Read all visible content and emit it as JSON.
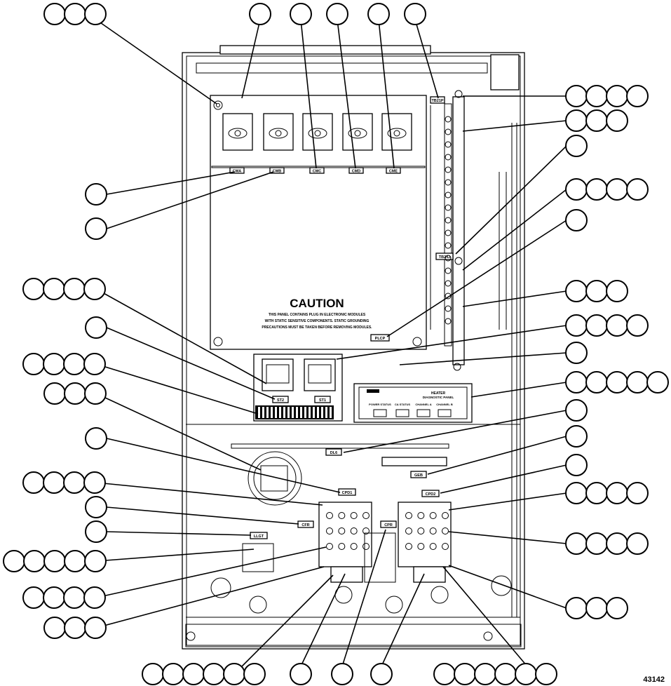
{
  "caution": {
    "title": "CAUTION",
    "line1": "THIS PANEL CONTAINS PLUG IN ELECTRONIC MODULES",
    "line2": "WITH STATIC SENSITIVE COMPONENTS. STATIC GROUNDING",
    "line3": "PRECAUTIONS MUST BE TAKEN BEFORE REMOVING MODULES."
  },
  "module_labels": [
    "CMA",
    "CMB",
    "CMC",
    "CMD",
    "CME"
  ],
  "tags": {
    "tb21p": "TB21P",
    "tb24j": "TB24J",
    "plcp": "PLCP",
    "st2": "ST2",
    "st1": "ST1",
    "dl6": "DL6",
    "cpd1": "CPD1",
    "cpd2": "CPD2",
    "geb": "GEB",
    "cfr_left": "CFR",
    "cpr": "CPR",
    "llgt": "LLGT"
  },
  "heater_panel": {
    "title": "HEATER",
    "subtitle": "DIAGNOSTIC PANEL",
    "jack_labels": [
      "POWER STATUS",
      "CA STATUS",
      "CHANNEL A",
      "CHANNEL B"
    ]
  },
  "figure_number": "43142"
}
